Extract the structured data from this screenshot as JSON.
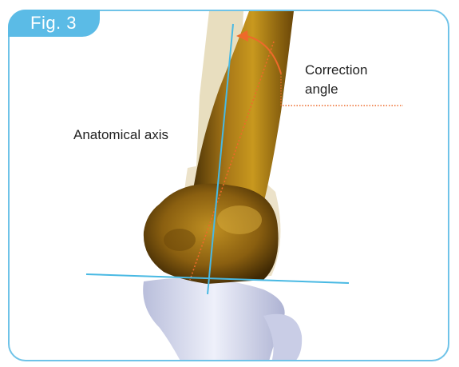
{
  "figure": {
    "tab_label": "Fig. 3",
    "accent_color": "#5bbbe6",
    "labels": {
      "anatomical_axis": "Anatomical axis",
      "correction_angle_line1": "Correction",
      "correction_angle_line2": "angle"
    },
    "colors": {
      "axis_line": "#49b9e3",
      "correction_arrow": "#ee6a2a",
      "bone": "#8a5f10",
      "bone_ghost": "#e0d2aa",
      "tibia": "#d8dbef"
    }
  }
}
